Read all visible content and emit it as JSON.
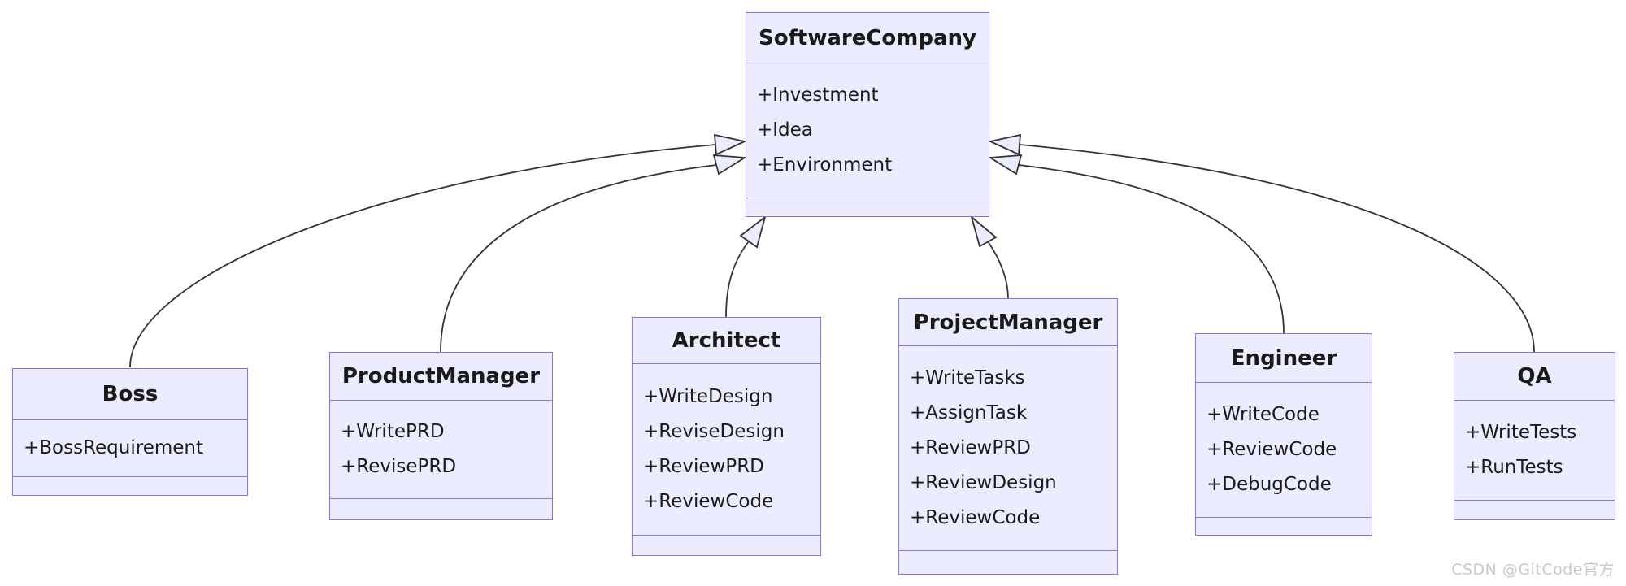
{
  "diagram": {
    "type": "uml_class_diagram",
    "classes": [
      {
        "name": "SoftwareCompany",
        "attributes": [
          "+Investment",
          "+Idea",
          "+Environment"
        ],
        "methods": []
      },
      {
        "name": "Boss",
        "attributes": [
          "+BossRequirement"
        ],
        "methods": []
      },
      {
        "name": "ProductManager",
        "attributes": [
          "+WritePRD",
          "+RevisePRD"
        ],
        "methods": []
      },
      {
        "name": "Architect",
        "attributes": [
          "+WriteDesign",
          "+ReviseDesign",
          "+ReviewPRD",
          "+ReviewCode"
        ],
        "methods": []
      },
      {
        "name": "ProjectManager",
        "attributes": [
          "+WriteTasks",
          "+AssignTask",
          "+ReviewPRD",
          "+ReviewDesign",
          "+ReviewCode"
        ],
        "methods": []
      },
      {
        "name": "Engineer",
        "attributes": [
          "+WriteCode",
          "+ReviewCode",
          "+DebugCode"
        ],
        "methods": []
      },
      {
        "name": "QA",
        "attributes": [
          "+WriteTests",
          "+RunTests"
        ],
        "methods": []
      }
    ],
    "relations": [
      {
        "from": "Boss",
        "to": "SoftwareCompany",
        "type": "inheritance"
      },
      {
        "from": "ProductManager",
        "to": "SoftwareCompany",
        "type": "inheritance"
      },
      {
        "from": "Architect",
        "to": "SoftwareCompany",
        "type": "inheritance"
      },
      {
        "from": "ProjectManager",
        "to": "SoftwareCompany",
        "type": "inheritance"
      },
      {
        "from": "Engineer",
        "to": "SoftwareCompany",
        "type": "inheritance"
      },
      {
        "from": "QA",
        "to": "SoftwareCompany",
        "type": "inheritance"
      }
    ],
    "colors": {
      "background": "#ffffff",
      "node_fill": "#ECECFF",
      "node_border": "#9370DB",
      "edge": "#333333",
      "text": "#1a1a1a",
      "watermark": "#c9c9c9"
    }
  },
  "watermark": {
    "text": "CSDN @GitCode官方"
  }
}
